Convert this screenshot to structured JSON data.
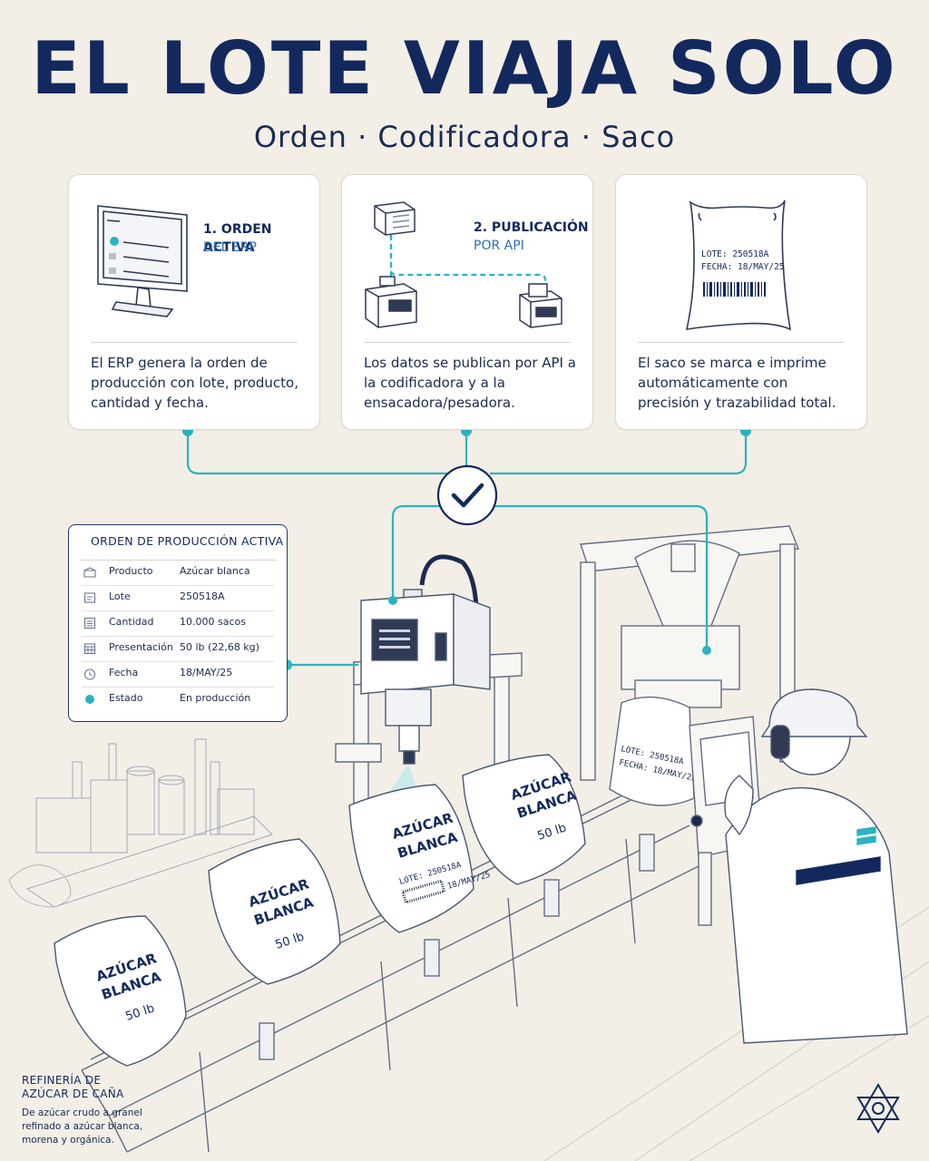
{
  "header": {
    "title": "EL LOTE VIAJA SOLO",
    "subtitle": "Orden · Codificadora · Saco"
  },
  "steps": [
    {
      "title": "1. ORDEN ACTIVA",
      "subtitle": "DEL ERP",
      "description": "El ERP genera la orden de producción con lote, producto, cantidad y fecha.",
      "icon": "computer-monitor-icon"
    },
    {
      "title": "2. PUBLICACIÓN",
      "subtitle": "POR API",
      "description": "Los datos se publican por API a la codificadora y a la ensacadora/pesadora.",
      "icon": "api-network-icon"
    },
    {
      "title": "",
      "subtitle": "",
      "description": "El saco se marca e imprime automáticamente con precisión y trazabilidad total.",
      "icon": "printed-sack-icon",
      "sack_label": [
        "LOTE: 250518A",
        "FECHA: 18/MAY/25"
      ]
    }
  ],
  "order": {
    "title": "ORDEN DE PRODUCCIÓN ACTIVA",
    "rows": [
      {
        "label": "Producto",
        "value": "Azúcar blanca",
        "icon": "box-icon"
      },
      {
        "label": "Lote",
        "value": "250518A",
        "icon": "tag-icon"
      },
      {
        "label": "Cantidad",
        "value": "10.000 sacos",
        "icon": "list-icon"
      },
      {
        "label": "Presentación",
        "value": "50 lb (22,68 kg)",
        "icon": "calendar-grid-icon"
      },
      {
        "label": "Fecha",
        "value": "18/MAY/25",
        "icon": "clock-icon"
      },
      {
        "label": "Estado",
        "value": "En producción",
        "icon": "status-dot-icon"
      }
    ]
  },
  "line": {
    "bags": [
      {
        "line1": "AZÚCAR",
        "line2": "BLANCA",
        "weight": "50 lb"
      },
      {
        "line1": "AZÚCAR",
        "line2": "BLANCA",
        "weight": "50 lb"
      },
      {
        "line1": "AZÚCAR",
        "line2": "BLANCA",
        "lot": "LOTE: 250518A",
        "date": "18/MAY/25"
      },
      {
        "line1": "AZÚCAR",
        "line2": "BLANCA",
        "weight": "50 lb"
      }
    ],
    "filler_bag": [
      "LOTE: 250518A",
      "FECHA: 18/MAY/25"
    ]
  },
  "refinery": {
    "title_line1": "REFINERÍA DE",
    "title_line2": "AZÚCAR DE CAÑA",
    "description": "De azúcar crudo a granel refinado a azúcar blanca, morena y orgánica."
  },
  "colors": {
    "navy": "#13295e",
    "teal": "#2bb3c0",
    "background": "#f3efe7",
    "card": "#ffffff"
  }
}
